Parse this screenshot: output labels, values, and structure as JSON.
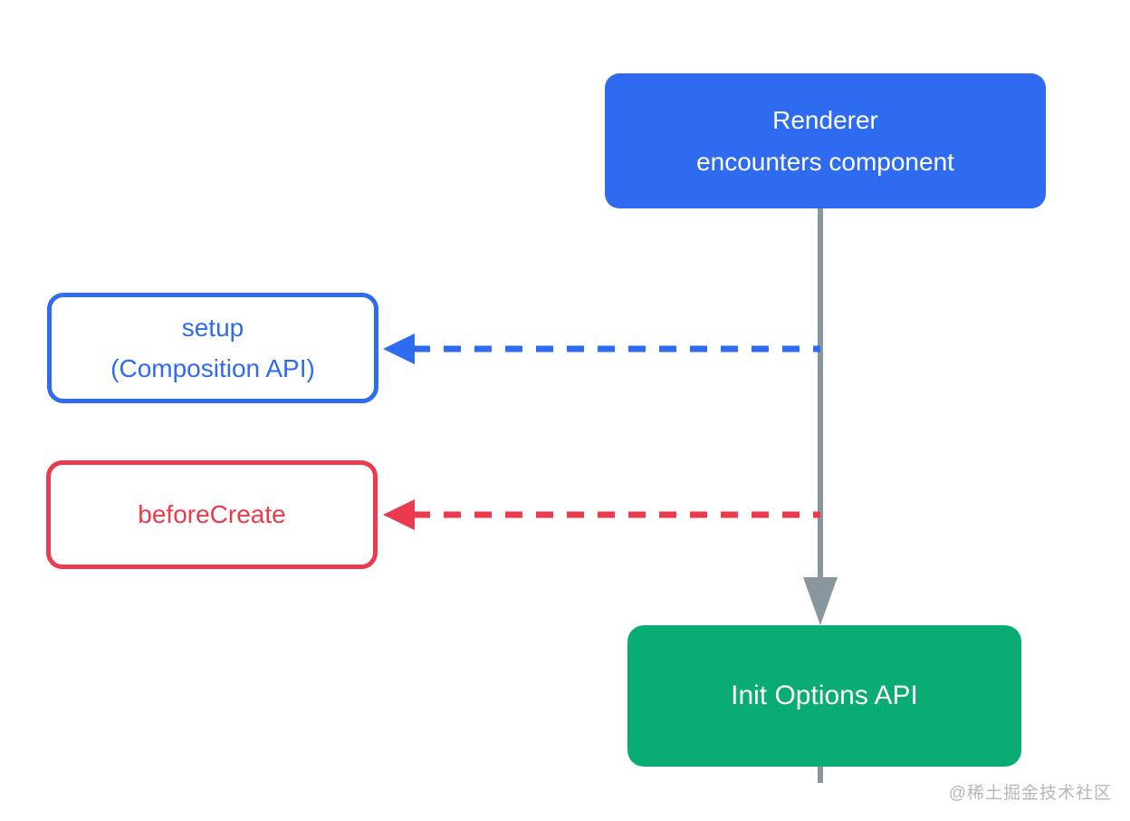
{
  "page": {
    "background": "#ffffff",
    "watermark": "@稀土掘金技术社区"
  },
  "colors": {
    "blue": "#2e6bf0",
    "green": "#09ad73",
    "red": "#e93a4e",
    "gray": "#8a969d",
    "white": "#ffffff",
    "watermark_gray": "#b6b6b6"
  },
  "nodes": {
    "renderer": {
      "label": "Renderer\nencounters component"
    },
    "setup": {
      "label": "setup\n(Composition API)"
    },
    "before_create": {
      "label": "beforeCreate"
    },
    "init_options": {
      "label": "Init Options API"
    }
  },
  "edges": [
    {
      "from": "renderer",
      "to": "init_options",
      "style": "solid",
      "color_key": "gray",
      "direction": "down"
    },
    {
      "from": "main-flow",
      "to": "setup",
      "style": "dashed",
      "color_key": "blue",
      "direction": "left"
    },
    {
      "from": "main-flow",
      "to": "before_create",
      "style": "dashed",
      "color_key": "red",
      "direction": "left"
    }
  ]
}
